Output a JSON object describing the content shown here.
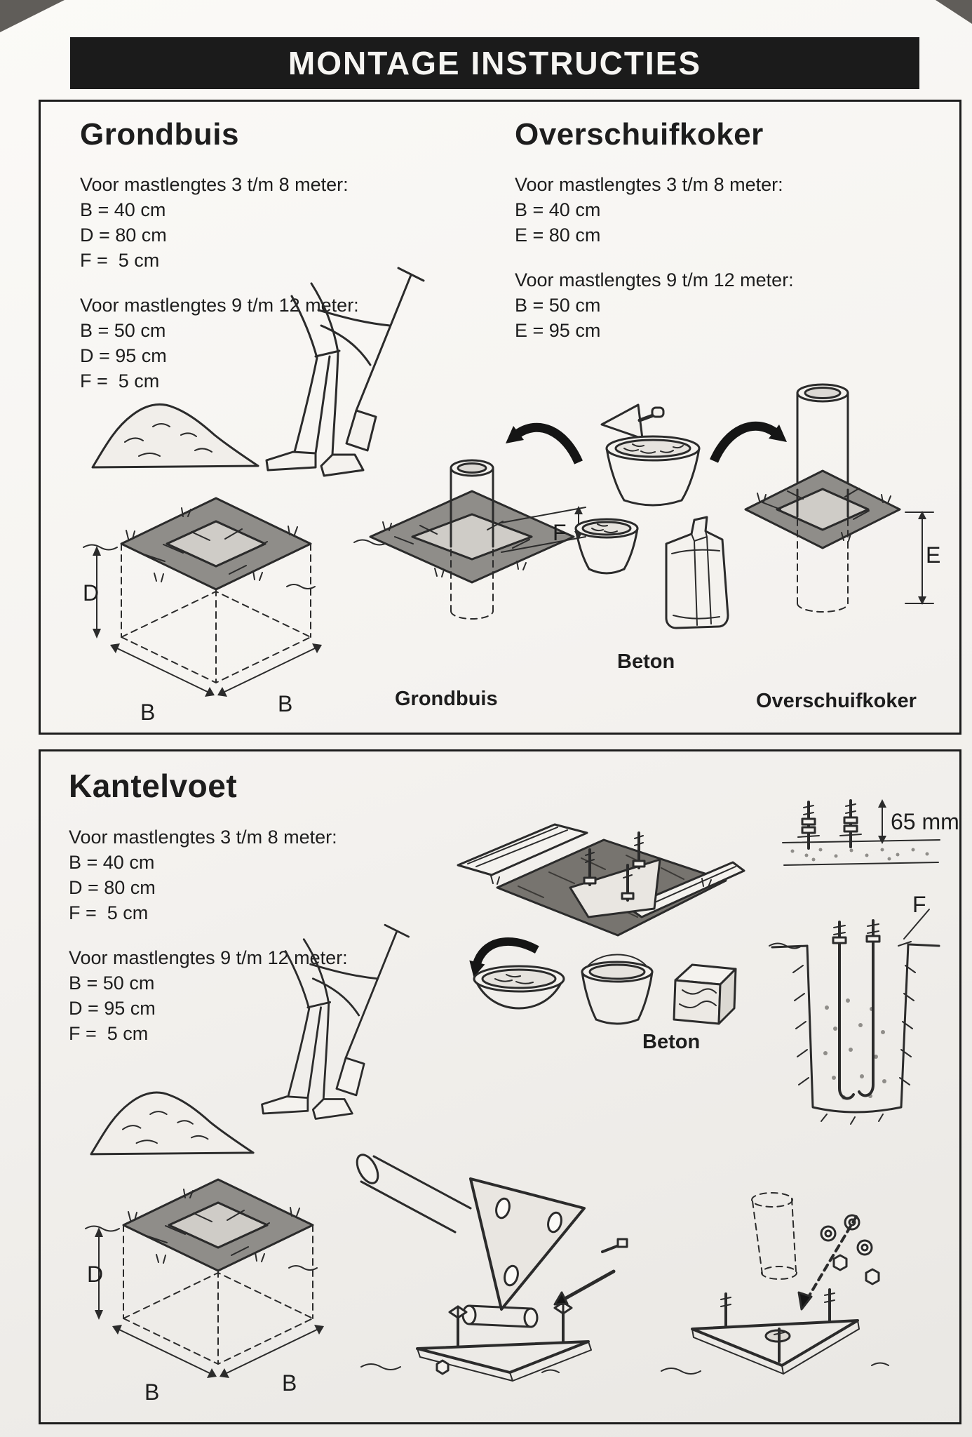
{
  "page": {
    "title": "MONTAGE INSTRUCTIES"
  },
  "panel1": {
    "grondbuis": {
      "title": "Grondbuis",
      "spec_short": {
        "heading": "Voor mastlengtes 3 t/m 8 meter:",
        "lines": [
          "B = 40 cm",
          "D = 80 cm",
          "F =  5 cm"
        ]
      },
      "spec_long": {
        "heading": "Voor mastlengtes 9 t/m 12 meter:",
        "lines": [
          "B = 50 cm",
          "D = 95 cm",
          "F =  5 cm"
        ]
      }
    },
    "overschuifkoker": {
      "title": "Overschuifkoker",
      "spec_short": {
        "heading": "Voor mastlengtes 3 t/m 8 meter:",
        "lines": [
          "B = 40 cm",
          "E = 80 cm"
        ]
      },
      "spec_long": {
        "heading": "Voor mastlengtes 9 t/m 12 meter:",
        "lines": [
          "B = 50 cm",
          "E = 95 cm"
        ]
      }
    },
    "labels": {
      "dim_d": "D",
      "dim_b_left": "B",
      "dim_b_right": "B",
      "dim_f": "F",
      "dim_e": "E",
      "caption_grondbuis": "Grondbuis",
      "caption_beton": "Beton",
      "caption_overschuifkoker": "Overschuifkoker"
    }
  },
  "panel2": {
    "kantelvoet": {
      "title": "Kantelvoet",
      "spec_short": {
        "heading": "Voor mastlengtes 3 t/m 8 meter:",
        "lines": [
          "B = 40 cm",
          "D = 80 cm",
          "F =  5 cm"
        ]
      },
      "spec_long": {
        "heading": "Voor mastlengtes 9 t/m 12 meter:",
        "lines": [
          "B = 50 cm",
          "D = 95 cm",
          "F =  5 cm"
        ]
      }
    },
    "labels": {
      "dim_65": "65 mm",
      "dim_f": "F",
      "caption_beton": "Beton",
      "dim_d": "D",
      "dim_b_left": "B",
      "dim_b_right": "B"
    }
  }
}
